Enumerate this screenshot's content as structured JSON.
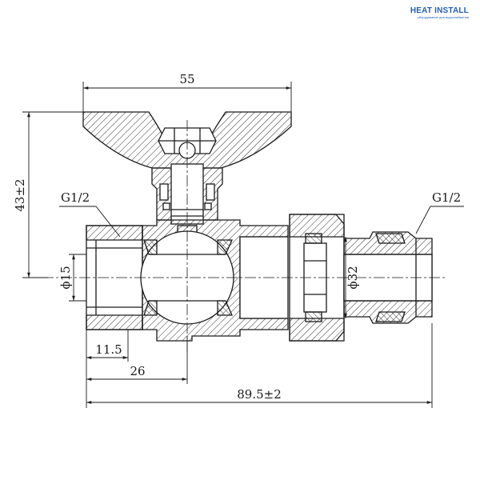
{
  "logo": {
    "text": "HEAT INSTALL",
    "tagline": "оборудование для водоснабжения",
    "colors": {
      "blue": "#1f5fb4",
      "red": "#e23a2e"
    }
  },
  "dimensions": {
    "overall_width": "55",
    "height": "43±2",
    "thread_left": "G1/2",
    "thread_right": "G1/2",
    "bore": "ϕ15",
    "nut_diameter": "ϕ32",
    "thread_depth": "11.5",
    "to_ball_center": "26",
    "overall_length": "89.5±2"
  },
  "line_color": "#1a1a1a"
}
